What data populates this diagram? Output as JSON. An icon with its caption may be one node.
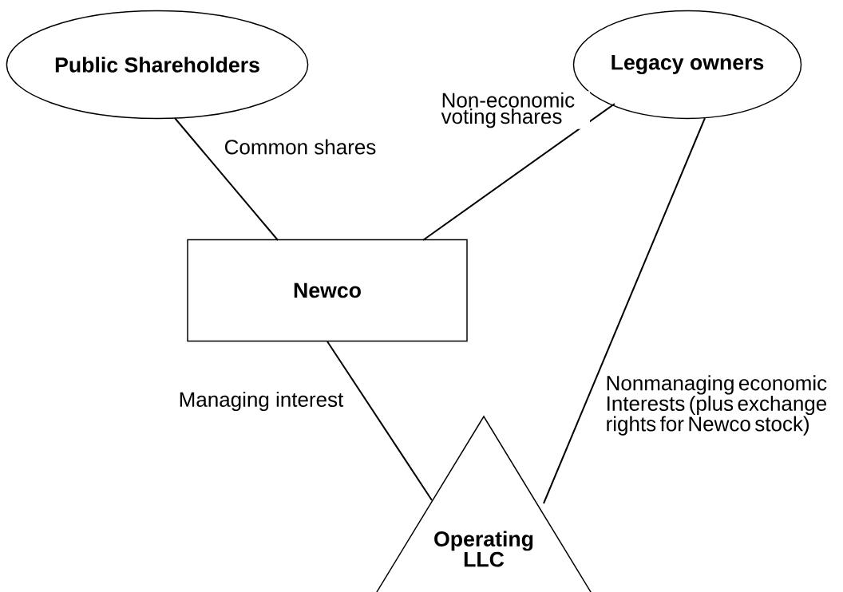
{
  "diagram": {
    "nodes": [
      {
        "text": [
          "Public Shareholders"
        ]
      },
      {
        "text": [
          "Legacy owners"
        ]
      },
      {
        "text": [
          "Newco"
        ]
      },
      {
        "text": [
          "Operating LLC"
        ]
      }
    ],
    "edges": [
      {
        "from": 0,
        "to": 2,
        "arrow": "none",
        "label": "Common shares"
      },
      {
        "from": 1,
        "to": 2,
        "arrow": "none",
        "label": "Non-economic voting shares"
      },
      {
        "from": 2,
        "to": 3,
        "arrow": "none",
        "label": "Managing interest"
      },
      {
        "from": 1,
        "to": 3,
        "arrow": "none",
        "label": "Nonmanaging economic Interests (plus exchange rights for Newco stock)"
      }
    ]
  }
}
